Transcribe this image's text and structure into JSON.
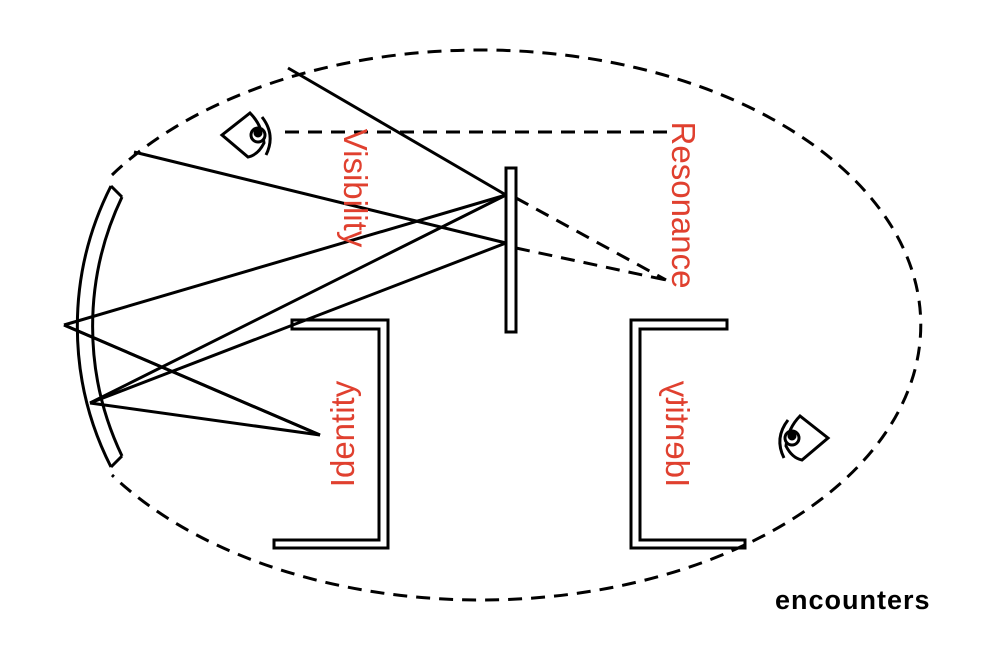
{
  "labels": {
    "visibility": "Visibility",
    "resonance": "Resonance",
    "identity": "Identity",
    "identity_mirrored": "Identity"
  },
  "caption": "encounters",
  "colors": {
    "label": "#e0402f",
    "stroke": "#000000",
    "background": "#ffffff"
  },
  "icons": [
    "eye-icon",
    "eye-icon"
  ]
}
